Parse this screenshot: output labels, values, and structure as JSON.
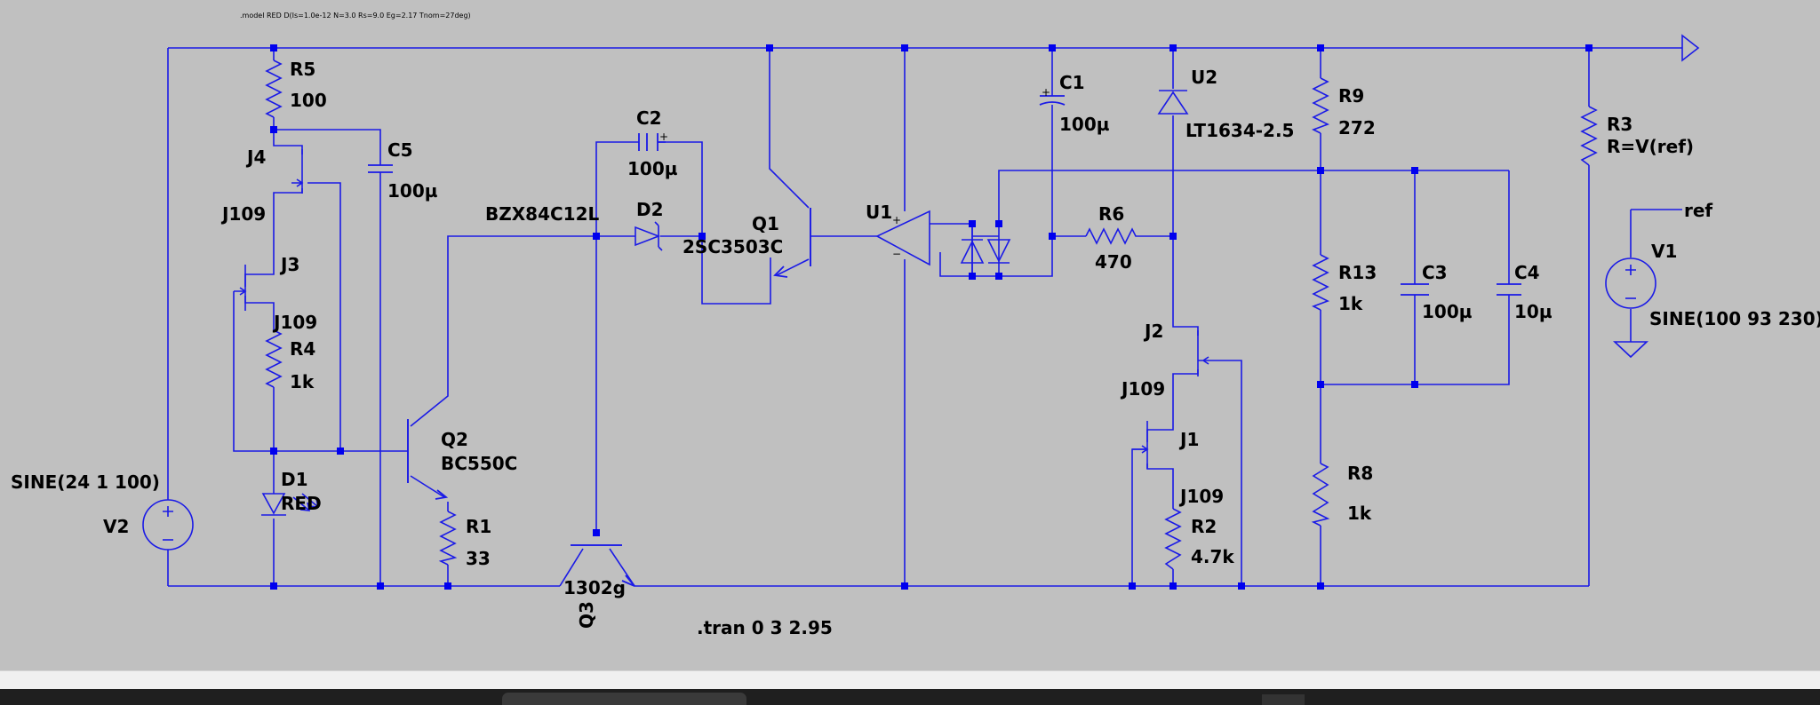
{
  "colors": {
    "wire": "#1a1ae6",
    "junction": "#0000ee",
    "background": "#c0c0c0",
    "text": "#000000"
  },
  "directives": {
    "model": ".model RED D(Is=1.0e-12 N=3.0 Rs=9.0 Eg=2.17 Tnom=27deg)",
    "tran": ".tran 0 3 2.95"
  },
  "components": {
    "R5": {
      "ref": "R5",
      "value": "100"
    },
    "R4": {
      "ref": "R4",
      "value": "1k"
    },
    "R1": {
      "ref": "R1",
      "value": "33"
    },
    "R6": {
      "ref": "R6",
      "value": "470"
    },
    "R9": {
      "ref": "R9",
      "value": "272"
    },
    "R13": {
      "ref": "R13",
      "value": "1k"
    },
    "R8": {
      "ref": "R8",
      "value": "1k"
    },
    "R2": {
      "ref": "R2",
      "value": "4.7k"
    },
    "R3": {
      "ref": "R3",
      "value": "R=V(ref)"
    },
    "C5": {
      "ref": "C5",
      "value": "100µ"
    },
    "C2": {
      "ref": "C2",
      "value": "100µ"
    },
    "C1": {
      "ref": "C1",
      "value": "100µ"
    },
    "C3": {
      "ref": "C3",
      "value": "100µ"
    },
    "C4": {
      "ref": "C4",
      "value": "10µ"
    },
    "J4": {
      "ref": "J4",
      "value": "J109"
    },
    "J3": {
      "ref": "J3",
      "value": "J109"
    },
    "J2": {
      "ref": "J2",
      "value": "J109"
    },
    "J1": {
      "ref": "J1",
      "value": "J109"
    },
    "Q1": {
      "ref": "Q1",
      "value": "2SC3503C"
    },
    "Q2": {
      "ref": "Q2",
      "value": "BC550C"
    },
    "Q3": {
      "ref": "Q3",
      "value": "1302g"
    },
    "D1": {
      "ref": "D1",
      "value": "RED"
    },
    "D2": {
      "ref": "D2",
      "value": "BZX84C12L"
    },
    "U1": {
      "ref": "U1"
    },
    "U2": {
      "ref": "U2",
      "value": "LT1634-2.5"
    },
    "V1": {
      "ref": "V1",
      "value": "SINE(100 93 230)"
    },
    "V2": {
      "ref": "V2",
      "value": "SINE(24 1 100)"
    }
  },
  "net_labels": {
    "ref": "ref"
  },
  "opamp_pins": {
    "plus": "+",
    "minus": "−"
  },
  "cap_polarity": "+"
}
